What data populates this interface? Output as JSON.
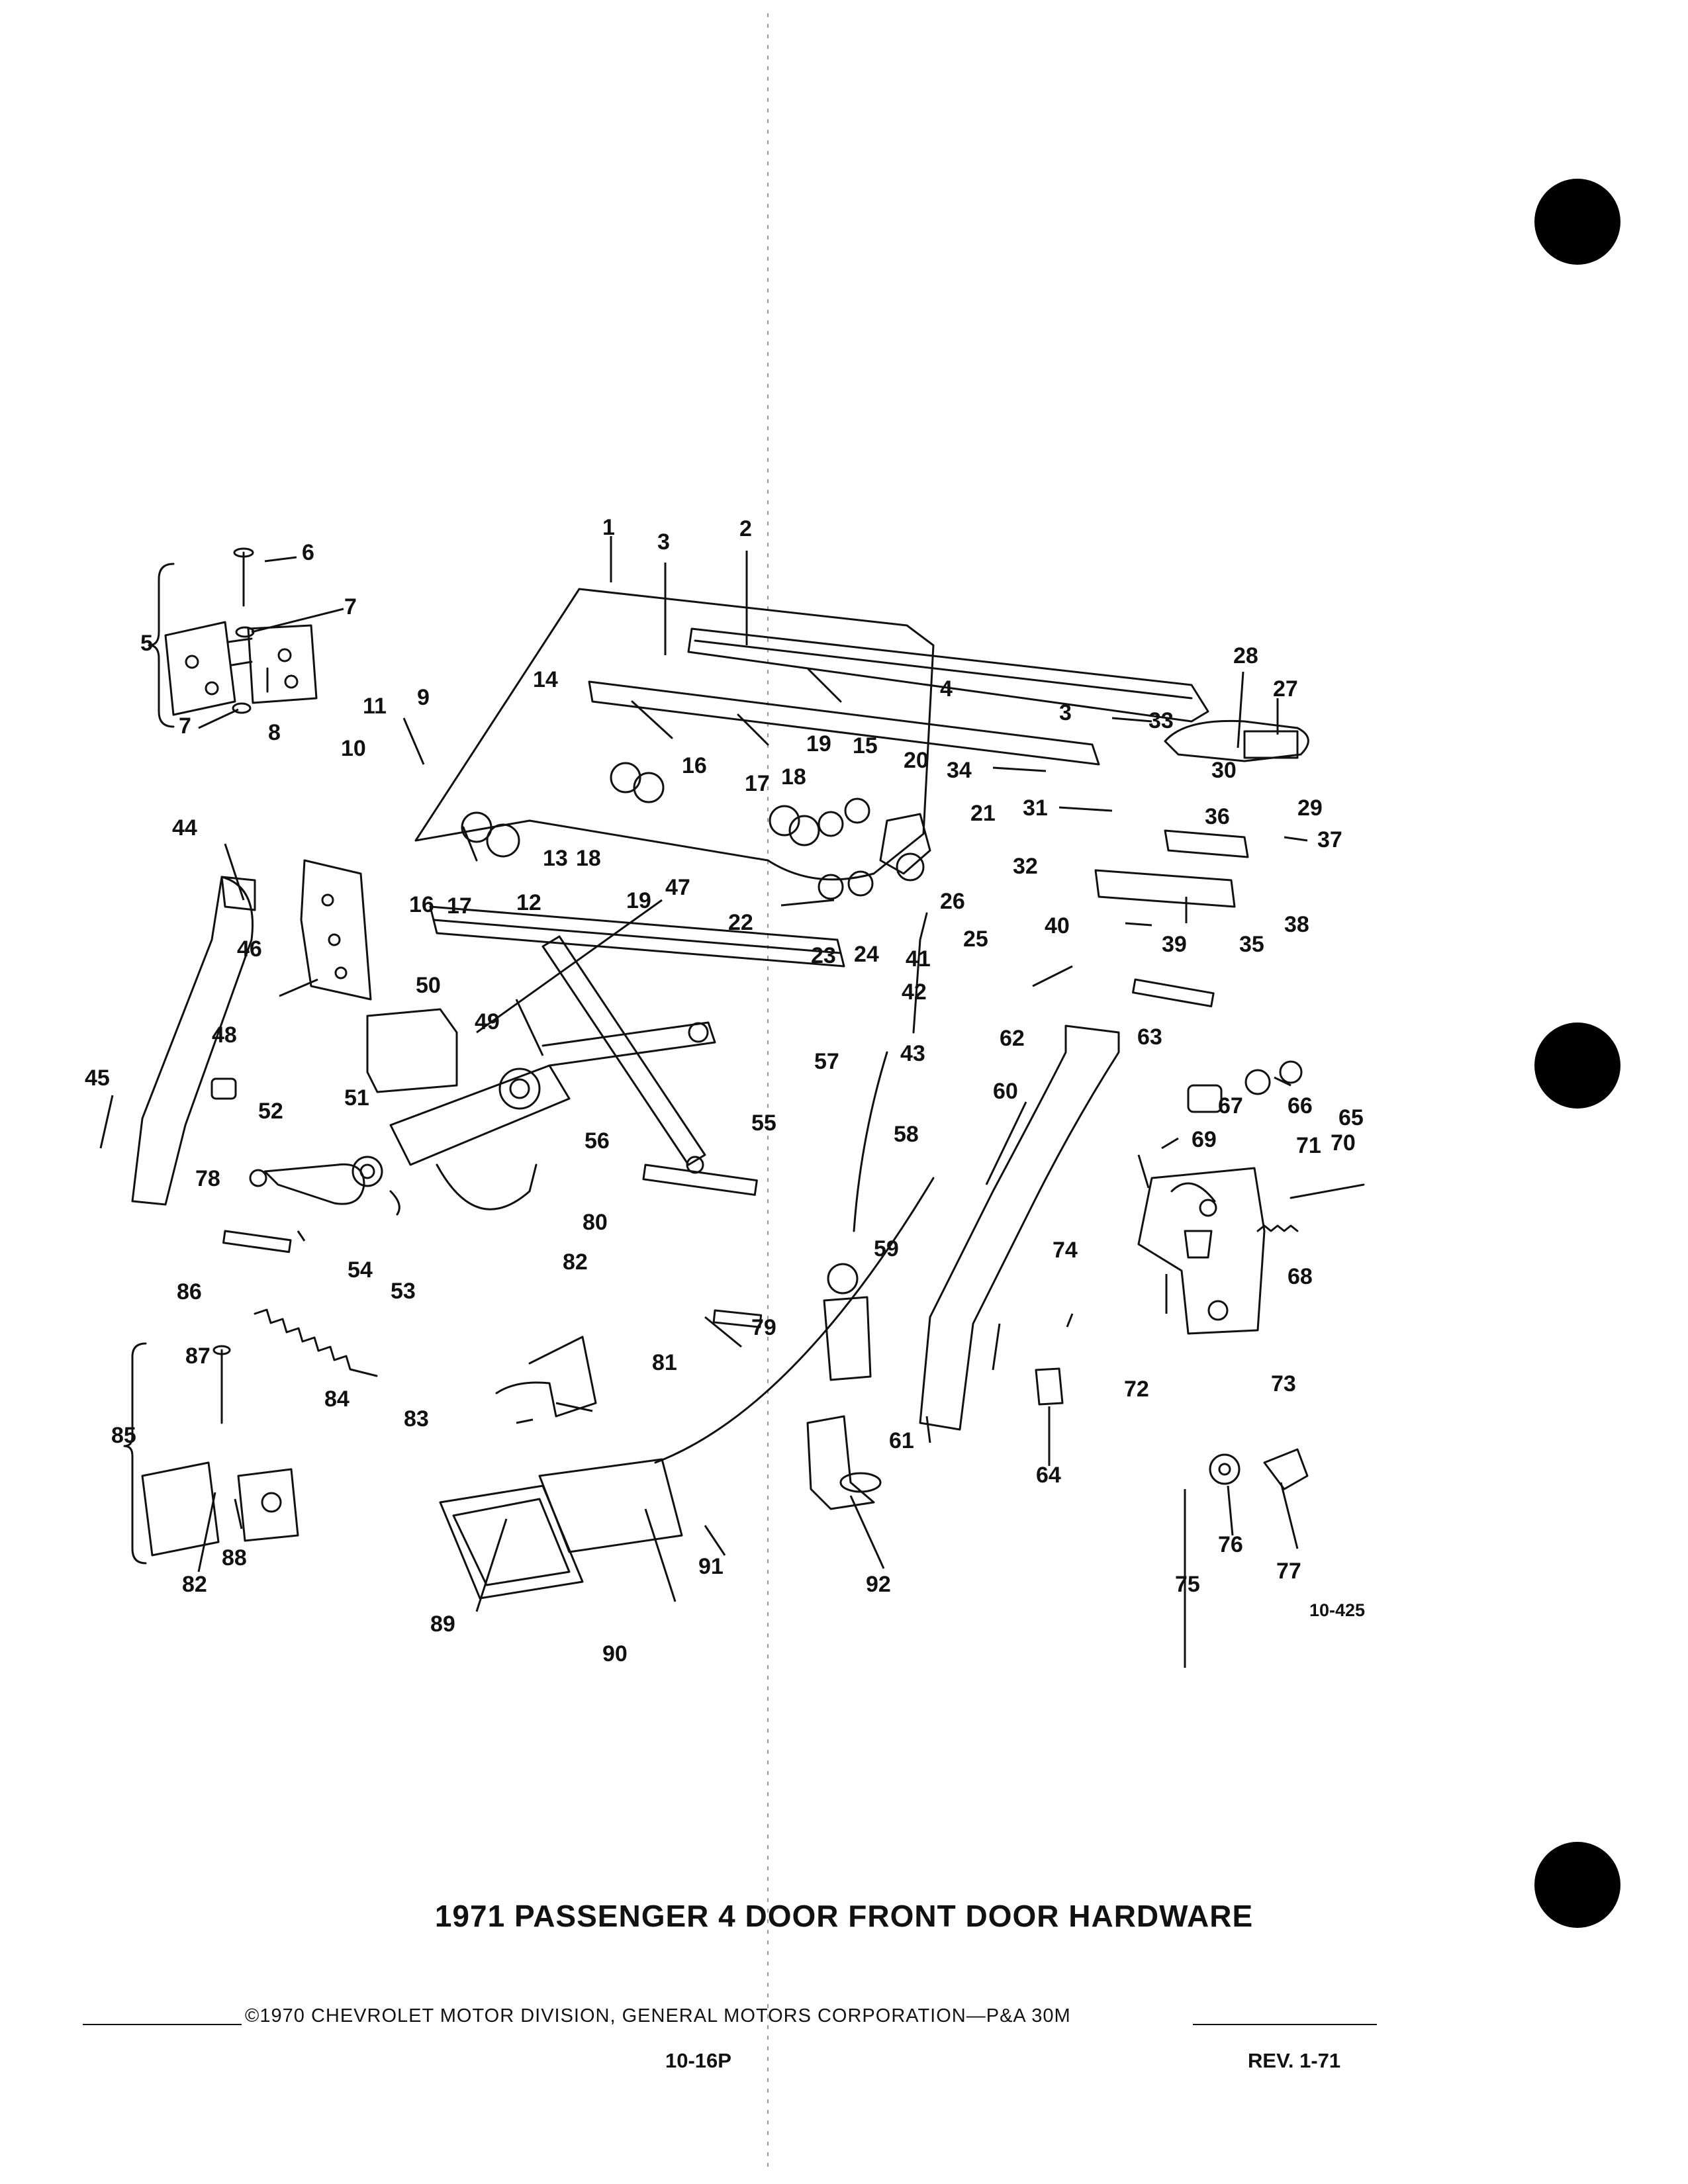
{
  "diagram": {
    "title": "1971 PASSENGER 4 DOOR FRONT DOOR HARDWARE",
    "figure_number": "10-425",
    "callouts": [
      "1",
      "2",
      "3",
      "3",
      "4",
      "5",
      "6",
      "7",
      "7",
      "8",
      "9",
      "10",
      "11",
      "12",
      "13",
      "14",
      "15",
      "16",
      "16",
      "17",
      "17",
      "18",
      "18",
      "19",
      "19",
      "20",
      "21",
      "22",
      "23",
      "24",
      "25",
      "26",
      "27",
      "28",
      "29",
      "30",
      "31",
      "32",
      "33",
      "34",
      "35",
      "36",
      "37",
      "38",
      "39",
      "40",
      "41",
      "42",
      "43",
      "44",
      "45",
      "46",
      "47",
      "48",
      "49",
      "50",
      "51",
      "52",
      "53",
      "54",
      "55",
      "56",
      "57",
      "58",
      "59",
      "60",
      "61",
      "62",
      "63",
      "64",
      "65",
      "66",
      "67",
      "68",
      "69",
      "70",
      "71",
      "72",
      "73",
      "74",
      "75",
      "76",
      "77",
      "78",
      "79",
      "80",
      "81",
      "82",
      "82",
      "83",
      "84",
      "85",
      "86",
      "87",
      "88",
      "89",
      "90",
      "91",
      "92"
    ]
  },
  "footer": {
    "copyright": "©1970 CHEVROLET MOTOR DIVISION, GENERAL MOTORS CORPORATION—P&A 30M",
    "page_number": "10-16P",
    "revision": "REV. 1-71"
  }
}
